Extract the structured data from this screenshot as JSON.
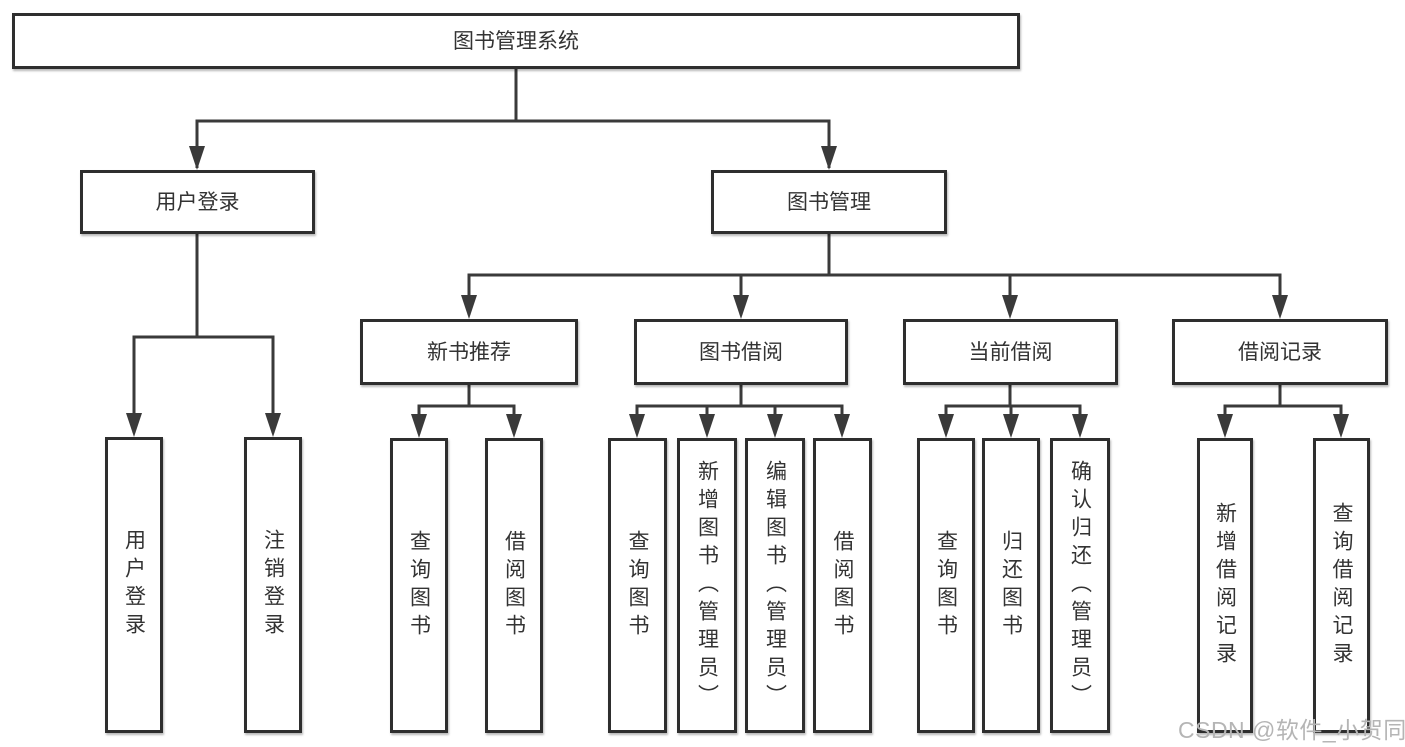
{
  "diagram_type": "hierarchy-tree",
  "colors": {
    "line": "#3a3a3a",
    "box_border": "#2e2e2e",
    "box_fill": "#ffffff",
    "text": "#333333",
    "watermark_text_color": "#b5b5b5",
    "background": "#ffffff"
  },
  "tree": {
    "label": "图书管理系统",
    "children": [
      {
        "label": "用户登录",
        "children": [
          {
            "label": "用户登录"
          },
          {
            "label": "注销登录"
          }
        ]
      },
      {
        "label": "图书管理",
        "children": [
          {
            "label": "新书推荐",
            "children": [
              {
                "label": "查询图书"
              },
              {
                "label": "借阅图书"
              }
            ]
          },
          {
            "label": "图书借阅",
            "children": [
              {
                "label": "查询图书"
              },
              {
                "label": "新增图书（管理员）"
              },
              {
                "label": "编辑图书（管理员）"
              },
              {
                "label": "借阅图书"
              }
            ]
          },
          {
            "label": "当前借阅",
            "children": [
              {
                "label": "查询图书"
              },
              {
                "label": "归还图书"
              },
              {
                "label": "确认归还（管理员）"
              }
            ]
          },
          {
            "label": "借阅记录",
            "children": [
              {
                "label": "新增借阅记录"
              },
              {
                "label": "查询借阅记录"
              }
            ]
          }
        ]
      }
    ]
  },
  "watermark": {
    "text": "CSDN @软件_小贺同学"
  }
}
